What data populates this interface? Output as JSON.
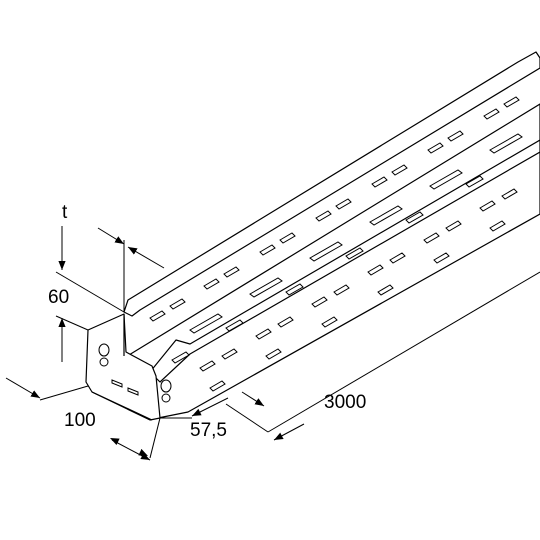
{
  "drawing": {
    "description_free": true,
    "dimensions": {
      "thickness": "t",
      "height": "60",
      "width": "100",
      "inner_width": "57,5",
      "length": "3000"
    },
    "colors": {
      "line": "#000000",
      "fill": "#ffffff"
    }
  }
}
